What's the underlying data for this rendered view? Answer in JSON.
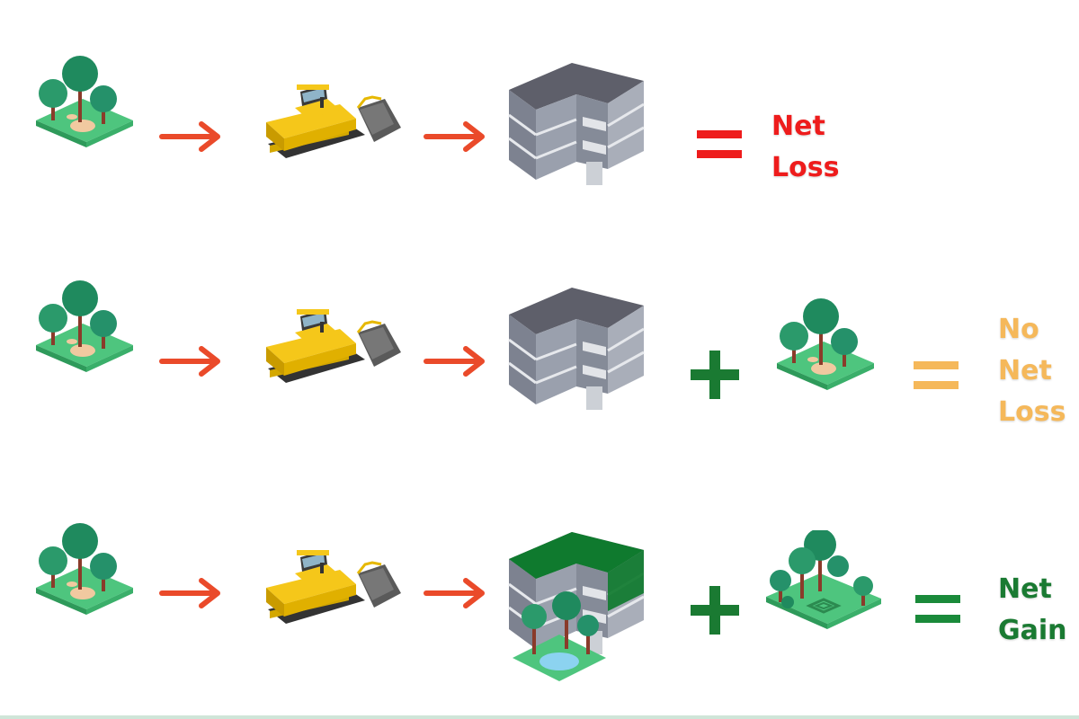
{
  "colors": {
    "arrow": "#ea4a2a",
    "equals_loss": "#ee1c1c",
    "equals_neutral": "#f5b85a",
    "equals_gain": "#1a8a3a",
    "plus": "#1a7a32",
    "loss_text": "#ee1c1c",
    "neutral_text": "#f5b85a",
    "gain_text": "#1a7a32",
    "bottom_line": "#cfe5d8"
  },
  "rows": [
    {
      "outcome": [
        "Net",
        "Loss"
      ]
    },
    {
      "outcome": [
        "No",
        "Net",
        "Loss"
      ]
    },
    {
      "outcome": [
        "Net",
        "Gain"
      ]
    }
  ]
}
